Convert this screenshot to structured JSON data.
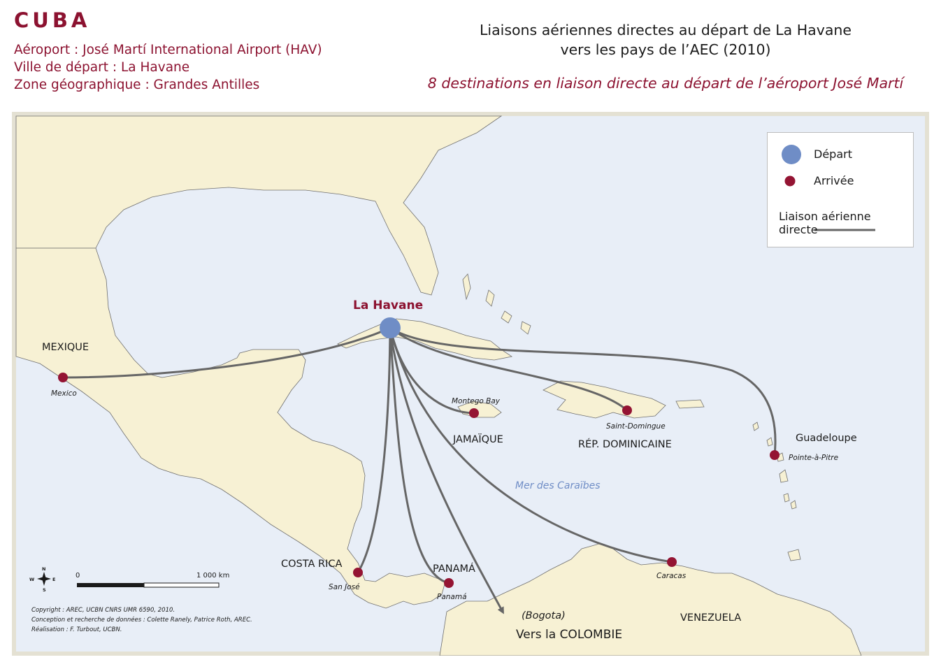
{
  "header": {
    "country": "CUBA",
    "airport": "Aéroport : José Martí International Airport (HAV)",
    "city": "Ville de départ : La Havane",
    "zone": "Zone géographique : Grandes Antilles",
    "title_line1": "Liaisons aériennes directes au départ de La Havane",
    "title_line2": "vers les pays de l’AEC (2010)",
    "subtitle": "8 destinations en liaison directe au départ de l’aéroport José Martí"
  },
  "colors": {
    "sea": "#e8eef7",
    "land": "#f7f1d4",
    "border": "#6f6f6f",
    "departure": "#6f8dc6",
    "arrival": "#941433",
    "route": "#666666",
    "accent": "#8c1230"
  },
  "legend": {
    "departure": "Départ",
    "arrival": "Arrivée",
    "route": "Liaison aérienne directe"
  },
  "map": {
    "origin": {
      "name": "La Havane"
    },
    "sea_label": "Mer des Caraïbes",
    "countries": {
      "mexique": "MEXIQUE",
      "jamaique": "JAMAÏQUE",
      "rep_dominicaine": "RÉP. DOMINICAINE",
      "guadeloupe": "Guadeloupe",
      "costa_rica": "COSTA RICA",
      "panama": "PANAMÁ",
      "venezuela": "VENEZUELA",
      "colombie": "Vers la COLOMBIE"
    },
    "destinations": [
      {
        "id": "mexico",
        "name": "Mexico"
      },
      {
        "id": "montego-bay",
        "name": "Montego Bay"
      },
      {
        "id": "saint-domingue",
        "name": "Saint-Domingue"
      },
      {
        "id": "pointe-a-pitre",
        "name": "Pointe-à-Pitre"
      },
      {
        "id": "san-jose",
        "name": "San José"
      },
      {
        "id": "panama",
        "name": "Panamá"
      },
      {
        "id": "caracas",
        "name": "Caracas"
      },
      {
        "id": "bogota",
        "name": "(Bogota)"
      }
    ],
    "scale": {
      "start": "0",
      "end": "1 000 km"
    },
    "compass": {
      "n": "N",
      "s": "S",
      "e": "E",
      "w": "W"
    }
  },
  "credits": {
    "line1": "Copyright : AREC, UCBN CNRS UMR 6590, 2010.",
    "line2": "Conception et recherche de données : Colette Ranely, Patrice Roth, AREC.",
    "line3": "Réalisation : F. Turbout, UCBN."
  }
}
